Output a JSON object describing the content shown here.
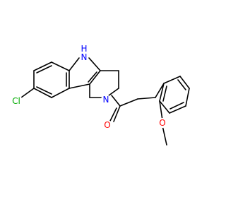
{
  "molecule": {
    "atoms": [
      {
        "id": "nh",
        "label": "H\nN",
        "color": "#0000ff"
      },
      {
        "id": "n2",
        "label": "N",
        "color": "#0000ff"
      },
      {
        "id": "cl",
        "label": "Cl",
        "color": "#00aa00"
      },
      {
        "id": "o_ketone",
        "label": "O",
        "color": "#ff0000"
      },
      {
        "id": "o_ether",
        "label": "O",
        "color": "#ff0000"
      }
    ]
  }
}
